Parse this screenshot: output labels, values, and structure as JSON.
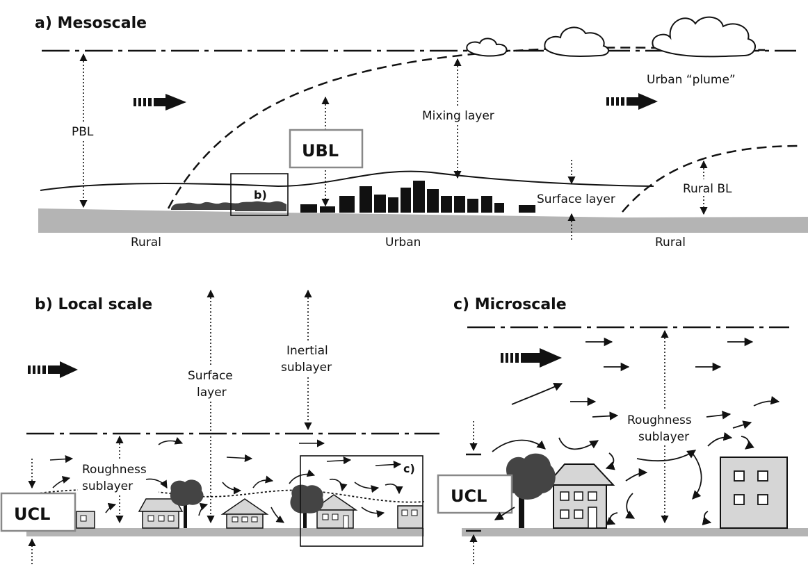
{
  "panels": {
    "a": {
      "title": "a) Mesoscale",
      "labels": {
        "pbl": "PBL",
        "mixing": "Mixing layer",
        "plume": "Urban “plume”",
        "ubl": "UBL",
        "b_ref": "b)",
        "surface": "Surface layer",
        "rural_bl": "Rural BL",
        "rural_left": "Rural",
        "urban": "Urban",
        "rural_right": "Rural"
      }
    },
    "b": {
      "title": "b) Local scale",
      "labels": {
        "surface_1": "Surface",
        "surface_2": "layer",
        "inertial_1": "Inertial",
        "inertial_2": "sublayer",
        "rough_1": "Roughness",
        "rough_2": "sublayer",
        "ucl": "UCL",
        "c_ref": "c)"
      }
    },
    "c": {
      "title": "c) Microscale",
      "labels": {
        "rough_1": "Roughness",
        "rough_2": "sublayer",
        "ucl": "UCL"
      }
    }
  },
  "colors": {
    "ground": "#b4b4b4",
    "ink": "#111111",
    "building": "#d6d6d6",
    "tree": "#444444",
    "box_border": "#888888"
  }
}
